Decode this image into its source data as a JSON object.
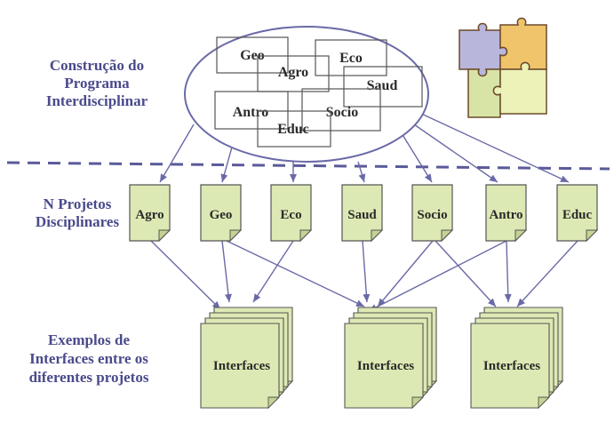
{
  "labels": {
    "construction": [
      "Construção do",
      "Programa",
      "Interdisciplinar"
    ],
    "projects": [
      "N Projetos",
      "Disciplinares"
    ],
    "interfaces_examples": [
      "Exemplos de",
      "Interfaces entre os",
      "diferentes projetos"
    ]
  },
  "ellipse_disciplines": [
    "Geo",
    "Agro",
    "Eco",
    "Saud",
    "Antro",
    "Socio",
    "Educ"
  ],
  "projects": [
    "Agro",
    "Geo",
    "Eco",
    "Saud",
    "Socio",
    "Antro",
    "Educ"
  ],
  "interfaces": [
    "Interfaces",
    "Interfaces",
    "Interfaces"
  ],
  "colors": {
    "label_text": "#4a4a8c",
    "doc_fill": "#dde9b4",
    "doc_stroke": "#555555",
    "line": "#6a6aa8",
    "dashed": "#5a5a9a",
    "puzzle": [
      "#b9b6dc",
      "#f0c46a",
      "#d8e4a6",
      "#ecf2b8"
    ]
  }
}
